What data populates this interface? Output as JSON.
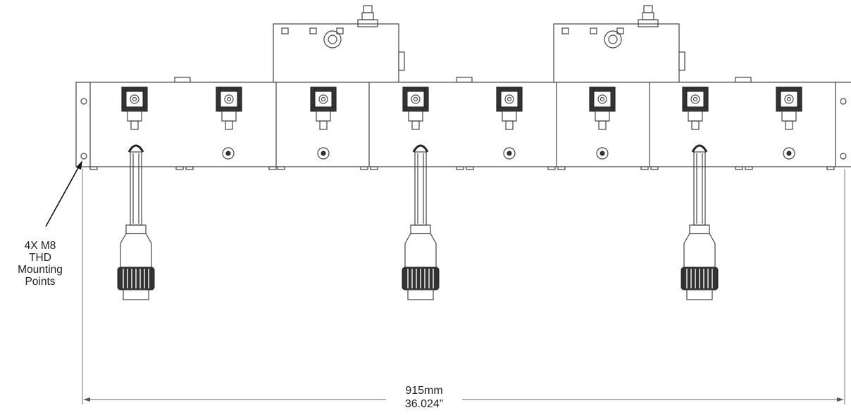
{
  "callout": {
    "lines": [
      "4X M8",
      "THD",
      "Mounting",
      "Points"
    ]
  },
  "dimension": {
    "metric": "915mm",
    "imperial": "36.024”"
  },
  "colors": {
    "line": "#444444",
    "dark_part": "#333333",
    "background": "#ffffff"
  }
}
